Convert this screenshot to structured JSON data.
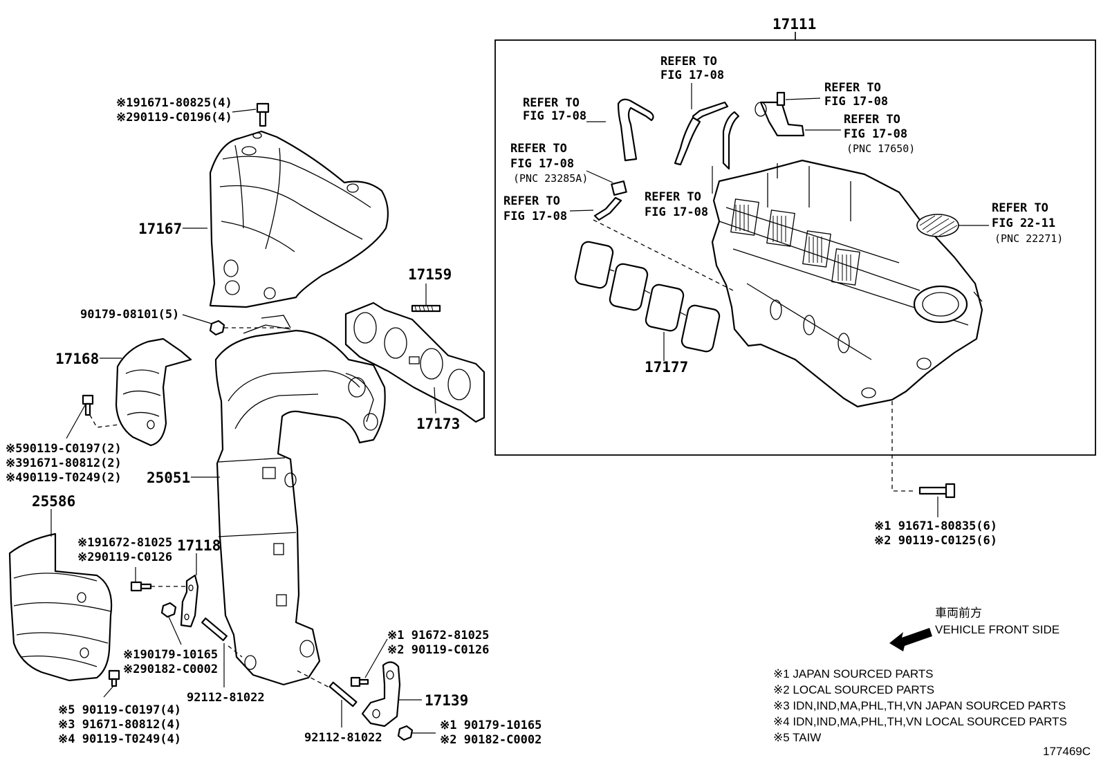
{
  "labels": {
    "p17111": "17111",
    "p17167": "17167",
    "p17159": "17159",
    "p17168": "17168",
    "p17173": "17173",
    "p25051": "25051",
    "p25586": "25586",
    "p17118": "17118",
    "p17177": "17177",
    "p17139": "17139",
    "stud_a": "92112-81022",
    "stud_b": "92112-81022",
    "nut_17167": "90179-08101(5)",
    "bolt_top_1": "※191671-80825(4)",
    "bolt_top_2": "※290119-C0196(4)",
    "bolt_17168_1": "※590119-C0197(2)",
    "bolt_17168_2": "※391671-80812(2)",
    "bolt_17168_3": "※490119-T0249(2)",
    "bolt_17118_1": "※191672-81025",
    "bolt_17118_2": "※290119-C0126",
    "nut_17118_1": "※190179-10165",
    "nut_17118_2": "※290182-C0002",
    "bolt_25586_1": "※5 90119-C0197(4)",
    "bolt_25586_2": "※3 91671-80812(4)",
    "bolt_25586_3": "※4 90119-T0249(4)",
    "bolt_17139_1": "※1 91672-81025",
    "bolt_17139_2": "※2 90119-C0126",
    "nut_17139_1": "※1 90179-10165",
    "nut_17139_2": "※2 90182-C0002",
    "bolt_manifold_1": "※1 91671-80835(6)",
    "bolt_manifold_2": "※2 90119-C0125(6)",
    "ref_tag": "REFER TO",
    "ref_fig_1708": "FIG 17-08",
    "ref_fig_2211": "FIG 22-11",
    "pnc_23285a": "(PNC 23285A)",
    "pnc_17650": "(PNC 17650)",
    "pnc_22271": "(PNC 22271)",
    "front_jp": "車両前方",
    "front_en": "VEHICLE FRONT SIDE",
    "figure_id": "177469C"
  },
  "legend": [
    "※1 JAPAN SOURCED PARTS",
    "※2 LOCAL SOURCED PARTS",
    "※3 IDN,IND,MA,PHL,TH,VN  JAPAN SOURCED PARTS",
    "※4 IDN,IND,MA,PHL,TH,VN  LOCAL SOURCED PARTS",
    "※5 TAIW"
  ]
}
